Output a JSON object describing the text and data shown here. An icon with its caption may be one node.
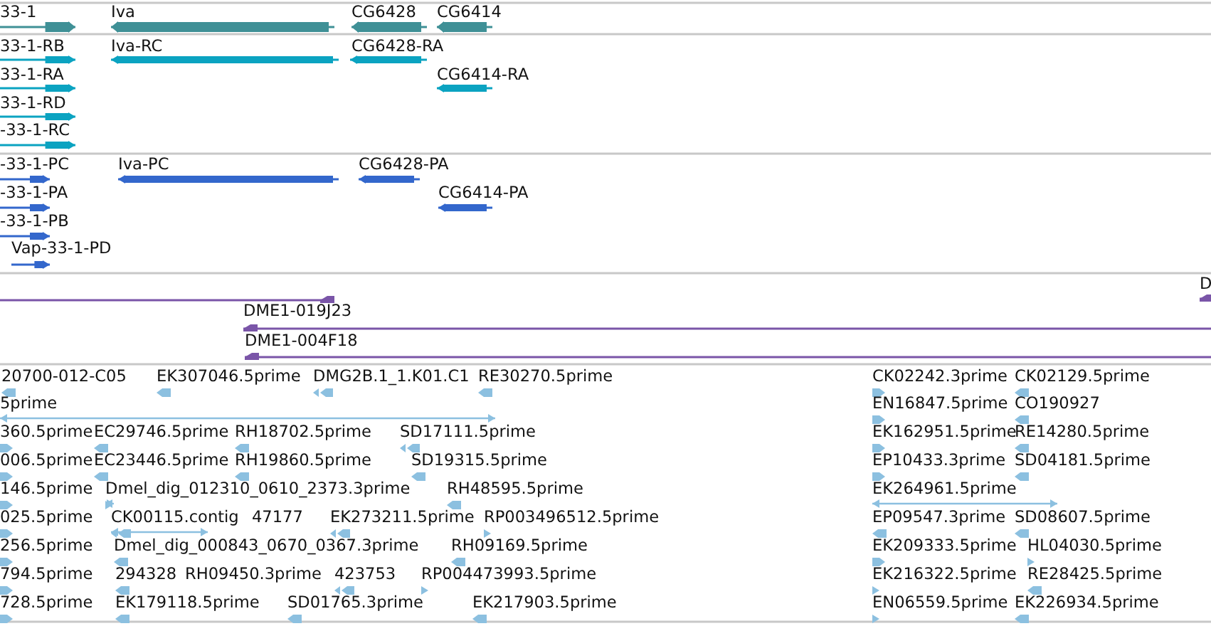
{
  "diagram": {
    "labels": [
      "33-1",
      "Iva",
      "CG6428",
      "CG6414",
      "33-1-RB",
      "Iva-RC",
      "CG6428-RA",
      "33-1-RA",
      "CG6414-RA",
      "33-1-RD",
      "-33-1-RC",
      "-33-1-PC",
      "Iva-PC",
      "CG6428-PA",
      "-33-1-PA",
      "CG6414-PA",
      "-33-1-PB",
      "Vap-33-1-PD",
      "D",
      "DME1-019J23",
      "DME1-004F18",
      "20700-012-C05",
      "EK307046.5prime",
      "DMG2B.1_1.K01.C1",
      "RE30270.5prime",
      "CK02242.3prime",
      "CK02129.5prime",
      "5prime",
      "EN16847.5prime",
      "CO190927",
      "360.5prime",
      "EC29746.5prime",
      "RH18702.5prime",
      "SD17111.5prime",
      "EK162951.5prime",
      "RE14280.5prime",
      "006.5prime",
      "EC23446.5prime",
      "RH19860.5prime",
      "SD19315.5prime",
      "EP10433.3prime",
      "SD04181.5prime",
      "146.5prime",
      "Dmel_dig_012310_0610_2373.3prime",
      "RH48595.5prime",
      "EK264961.5prime",
      "025.5prime",
      "CK00115.contig",
      "47177",
      "EK273211.5prime",
      "RP003496512.5prime",
      "EP09547.3prime",
      "SD08607.5prime",
      "256.5prime",
      "Dmel_dig_000843_0670_0367.3prime",
      "RH09169.5prime",
      "EK209333.5prime",
      "HL04030.5prime",
      "794.5prime",
      "294328",
      "RH09450.3prime",
      "423753",
      "RP004473993.5prime",
      "EK216322.5prime",
      "RE28425.5prime",
      "728.5prime",
      "EK179118.5prime",
      "SD01765.3prime",
      "EK217903.5prime",
      "EN06559.5prime",
      "EK226934.5prime"
    ]
  }
}
